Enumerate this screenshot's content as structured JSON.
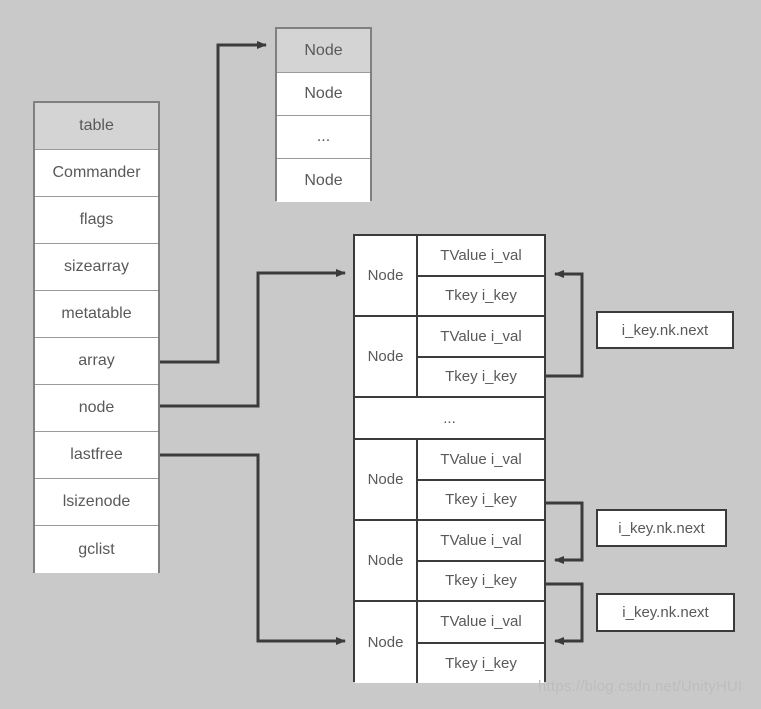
{
  "diagram": {
    "title": "Lua table structure diagram",
    "background_color": "#c9c9c9",
    "line_color": "#3b3b3b",
    "text_color": "#595959",
    "header_fill": "#d4d4d4"
  },
  "struct_table": {
    "header": "table",
    "fields": [
      "Commander",
      "flags",
      "sizearray",
      "metatable",
      "array",
      "node",
      "lastfree",
      "lsizenode",
      "gclist"
    ]
  },
  "array_block": {
    "cells": [
      "Node",
      "Node",
      "...",
      "Node"
    ]
  },
  "node_table": {
    "label": "Node",
    "value_field": "TValue i_val",
    "key_field": "Tkey i_key",
    "ellipsis": "...",
    "rows": [
      {
        "label": "Node",
        "value_field": "TValue i_val",
        "key_field": "Tkey i_key"
      },
      {
        "label": "Node",
        "value_field": "TValue i_val",
        "key_field": "Tkey i_key"
      },
      {
        "label": "Node",
        "value_field": "TValue i_val",
        "key_field": "Tkey i_key"
      },
      {
        "label": "Node",
        "value_field": "TValue i_val",
        "key_field": "Tkey i_key"
      },
      {
        "label": "Node",
        "value_field": "TValue i_val",
        "key_field": "Tkey i_key"
      }
    ]
  },
  "notes": [
    {
      "text": "i_key.nk.next"
    },
    {
      "text": "i_key.nk.next"
    },
    {
      "text": "i_key.nk.next"
    }
  ],
  "watermark": "https://blog.csdn.net/UnityHUI"
}
